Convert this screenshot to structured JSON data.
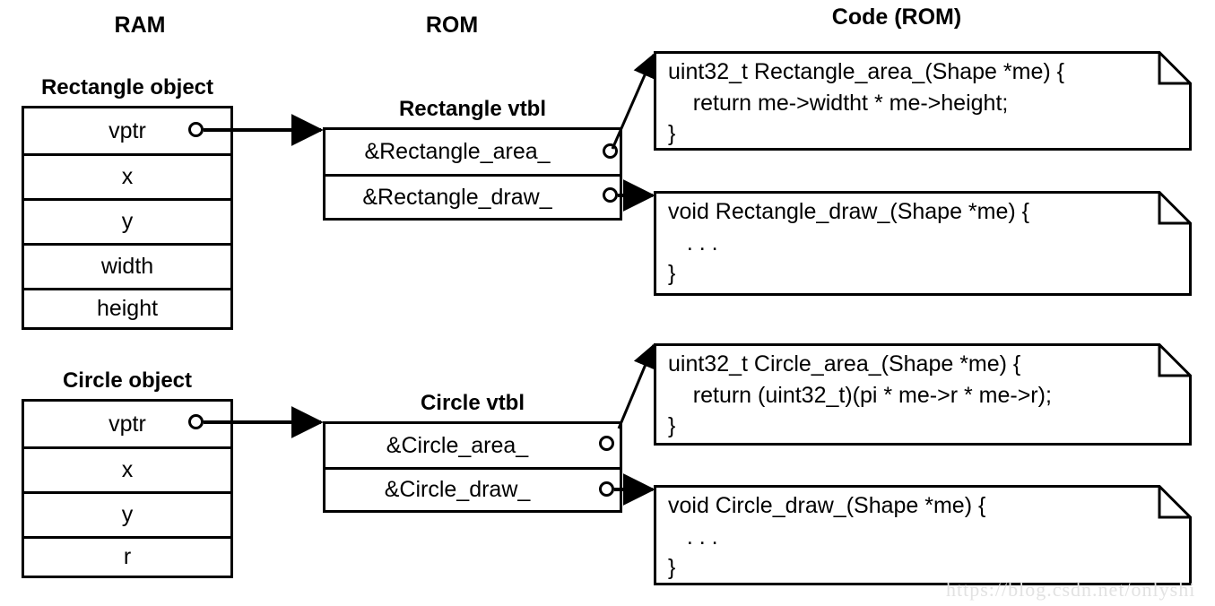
{
  "headers": {
    "ram": "RAM",
    "rom": "ROM",
    "code_rom": "Code (ROM)"
  },
  "ram": {
    "rectangle_object": {
      "title": "Rectangle object",
      "fields": [
        "vptr",
        "x",
        "y",
        "width",
        "height"
      ]
    },
    "circle_object": {
      "title": "Circle object",
      "fields": [
        "vptr",
        "x",
        "y",
        "r"
      ]
    }
  },
  "rom": {
    "rectangle_vtbl": {
      "title": "Rectangle vtbl",
      "entries": [
        "&Rectangle_area_",
        "&Rectangle_draw_"
      ]
    },
    "circle_vtbl": {
      "title": "Circle vtbl",
      "entries": [
        "&Circle_area_",
        "&Circle_draw_"
      ]
    }
  },
  "code": {
    "rectangle_area": "uint32_t Rectangle_area_(Shape *me) {\n    return me->widtht * me->height;\n}",
    "rectangle_draw": "void Rectangle_draw_(Shape *me) {\n   . . .\n}",
    "circle_area": "uint32_t Circle_area_(Shape *me) {\n    return (uint32_t)(pi * me->r * me->r);\n}",
    "circle_draw": "void Circle_draw_(Shape *me) {\n   . . .\n}"
  },
  "watermark": {
    "text": "https://blog.csdn.net/onlyshi"
  },
  "colors": {
    "stroke": "#000000",
    "background": "#ffffff",
    "watermark": "#e2e2e2"
  }
}
